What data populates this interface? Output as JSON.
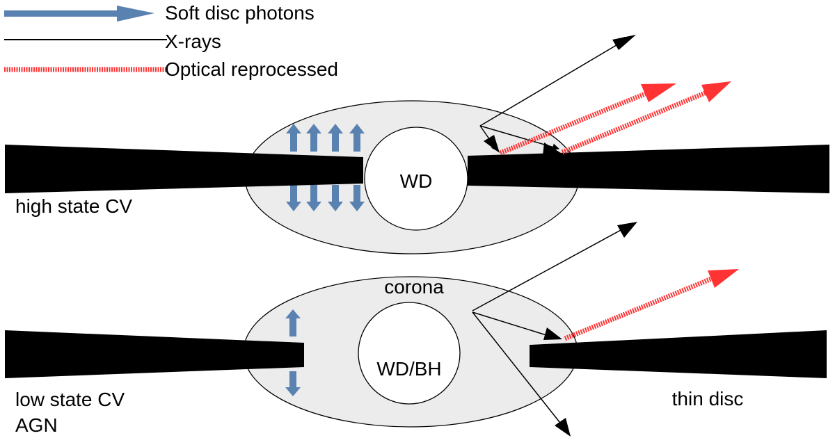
{
  "legend": [
    {
      "key": "soft",
      "label": "Soft disc photons"
    },
    {
      "key": "xray",
      "label": "X-rays"
    },
    {
      "key": "optical",
      "label": "Optical reprocessed"
    }
  ],
  "colors": {
    "soft_photons": "#5a82b0",
    "xray": "#000000",
    "optical": "#ff3333",
    "corona_fill": "#ececec",
    "disc": "#000000"
  },
  "top_panel": {
    "state_label": "high state CV",
    "central_object": "WD"
  },
  "bottom_panel": {
    "region_label": "corona",
    "central_object": "WD/BH",
    "state_label_line1": "low state CV",
    "state_label_line2": "AGN",
    "disc_label": "thin disc"
  }
}
